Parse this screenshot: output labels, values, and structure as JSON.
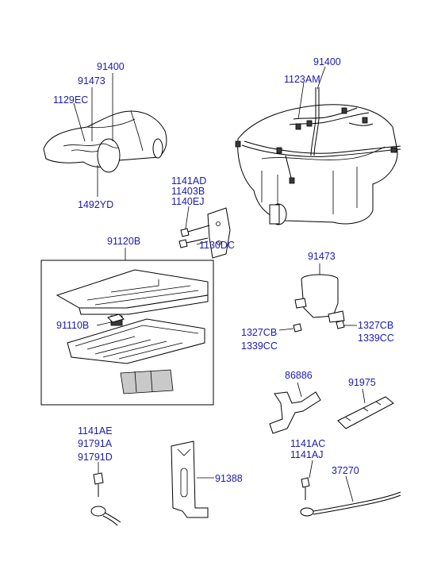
{
  "labels": {
    "car": {
      "l91400": "91400",
      "l91473": "91473",
      "l1129EC": "1129EC",
      "l1492YD": "1492YD"
    },
    "engine": {
      "l91400": "91400",
      "l1123AM": "1123AM"
    },
    "bracket_bolts": {
      "l1141AD": "1141AD",
      "l11403B": "11403B",
      "l1140EJ": "1140EJ",
      "l1130DC": "1130DC"
    },
    "junction_box": {
      "l91120B": "91120B",
      "l91110B": "91110B"
    },
    "protector": {
      "l91473": "91473",
      "l1327CB_left": "1327CB",
      "l1339CC_left": "1339CC",
      "l1327CB_right": "1327CB",
      "l1339CC_right": "1339CC"
    },
    "brackets_lower": {
      "l86886": "86886",
      "l91975": "91975",
      "l1141AC": "1141AC",
      "l1141AJ": "1141AJ",
      "l37270": "37270"
    },
    "ground": {
      "l1141AE": "1141AE",
      "l91791A": "91791A",
      "l91791D": "91791D",
      "l91388": "91388"
    }
  }
}
